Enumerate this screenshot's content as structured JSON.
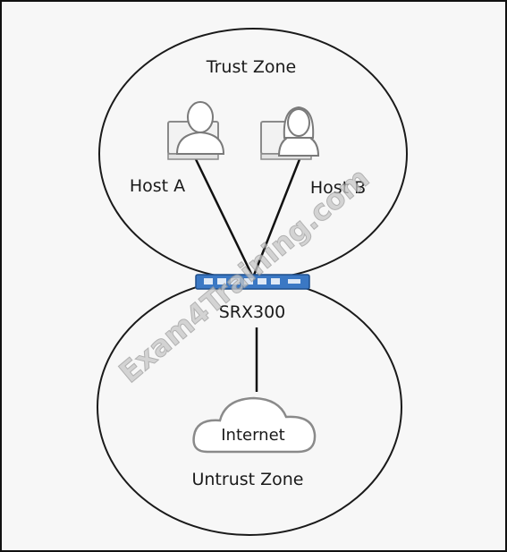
{
  "diagram": {
    "trust_zone": {
      "label": "Trust Zone"
    },
    "untrust_zone": {
      "label": "Untrust Zone"
    },
    "host_a": {
      "label": "Host A"
    },
    "host_b": {
      "label": "Host B"
    },
    "firewall": {
      "label": "SRX300"
    },
    "internet": {
      "label": "Internet"
    },
    "watermark": "Exam4Training.com",
    "colors": {
      "outline": "#1a1a1a",
      "firewall_blue": "#3b78c4",
      "icon_grey": "#8a8a8a"
    }
  }
}
